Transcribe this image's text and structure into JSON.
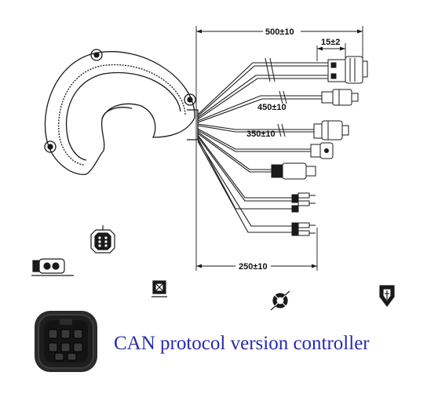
{
  "dimensions": {
    "total_length": "500±10",
    "tip_length": "15±2",
    "mid_length_1": "450±10",
    "mid_length_2": "350±10",
    "bottom_length": "250±10"
  },
  "caption": {
    "text": "CAN protocol version controller",
    "color": "#2a2aa8"
  },
  "colors": {
    "line": "#1a1a1a",
    "photo_body": "#2b2b2b",
    "caption": "#2a2aa8"
  }
}
